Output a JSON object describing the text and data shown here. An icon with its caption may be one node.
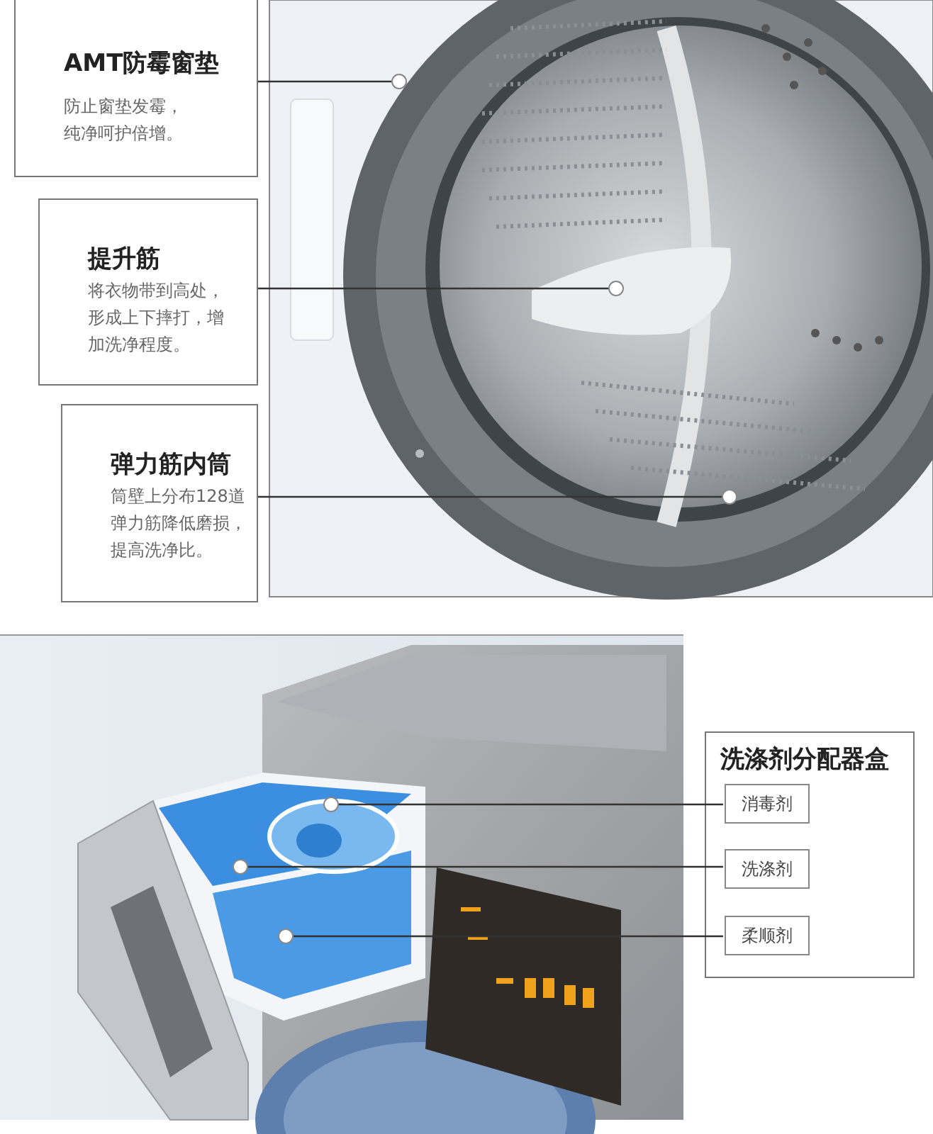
{
  "diagram": {
    "nodes": [
      {
        "text": [
          "AMT防霉窗垫",
          "防止窗垫发霉，纯净呵护倍增。"
        ]
      },
      {
        "text": [
          "提升筋",
          "将衣物带到高处，形成上下摔打，增加洗净程度。"
        ]
      },
      {
        "text": [
          "弹力筋内筒",
          "筒壁上分布128道弹力筋降低磨损，提高洗净比。"
        ]
      },
      {
        "text": [],
        "shape": "circle"
      },
      {
        "text": [],
        "shape": "circle"
      },
      {
        "text": [],
        "shape": "circle"
      },
      {
        "text": [
          "洗涤剂分配器盒"
        ]
      },
      {
        "text": [
          "消毒剂"
        ],
        "in": 6
      },
      {
        "text": [
          "洗涤剂"
        ],
        "in": 6
      },
      {
        "text": [
          "柔顺剂"
        ],
        "in": 6
      },
      {
        "text": [],
        "shape": "circle"
      },
      {
        "text": [],
        "shape": "circle"
      },
      {
        "text": [],
        "shape": "circle"
      }
    ],
    "edges": [
      {
        "from": 0,
        "to": 3,
        "arrow": "none"
      },
      {
        "from": 1,
        "to": 4,
        "arrow": "none"
      },
      {
        "from": 2,
        "to": 5,
        "arrow": "none"
      },
      {
        "from": 7,
        "to": 10,
        "arrow": "none"
      },
      {
        "from": 8,
        "to": 11,
        "arrow": "none"
      },
      {
        "from": 9,
        "to": 12,
        "arrow": "none"
      }
    ]
  }
}
